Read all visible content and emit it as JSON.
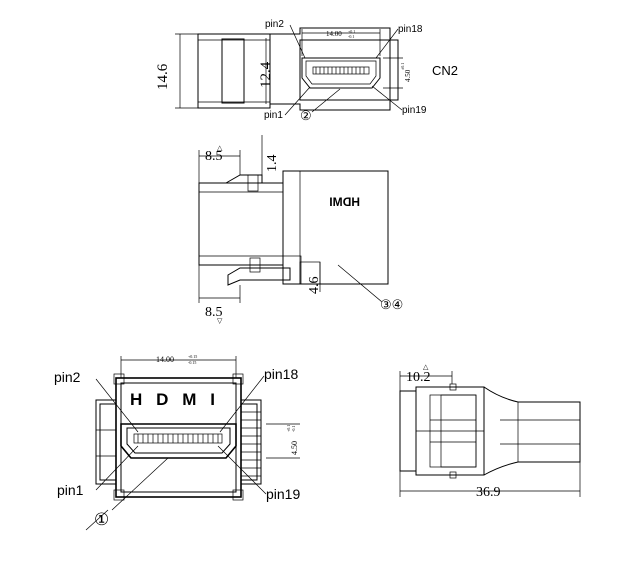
{
  "top_view": {
    "label_pin2": "pin2",
    "label_pin18": "pin18",
    "label_pin1": "pin1",
    "label_pin19": "pin19",
    "dim_width": "14.00",
    "dim_width_tol_upper": "+0.1",
    "dim_width_tol_lower": "-0.1",
    "dim_height_outer": "14.6",
    "dim_height_inner": "12.4",
    "dim_opening": "4.50",
    "dim_opening_tol": "±0.1",
    "callout": "②",
    "connector_label": "CN2"
  },
  "side_view": {
    "dim_top": "8.5",
    "dim_top_small": "1.4",
    "dim_bottom": "8.5",
    "dim_right": "4.6",
    "logo_text": "HDMI",
    "callout": "③④"
  },
  "front_view": {
    "label_pin2": "pin2",
    "label_pin18": "pin18",
    "label_pin1": "pin1",
    "label_pin19": "pin19",
    "dim_width": "14.00",
    "dim_width_tol_upper": "+0.15",
    "dim_width_tol_lower": "-0.15",
    "dim_opening": "4.50",
    "dim_opening_tol_upper": "+0.1",
    "dim_opening_tol_lower": "-0.1",
    "logo_text": "HDMI",
    "callout": "①"
  },
  "end_view": {
    "dim_top": "10.2",
    "dim_length": "36.9"
  }
}
